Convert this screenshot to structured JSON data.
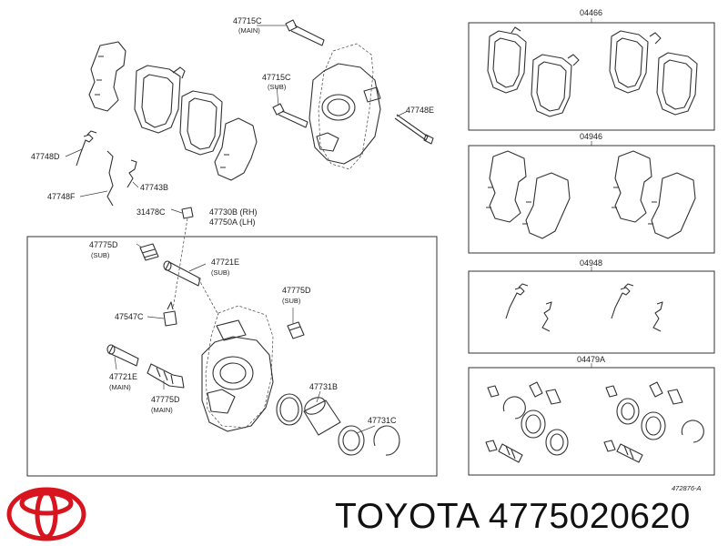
{
  "labels": {
    "p47715c_main": "47715C",
    "p47715c_main_sub": "(MAIN)",
    "p47715c_sub": "47715C",
    "p47715c_sub_sub": "(SUB)",
    "p47748e": "47748E",
    "p47748d": "47748D",
    "p47748f": "47748F",
    "p47743b": "47743B",
    "p31478c": "31478C",
    "p47730b": "47730B (RH)",
    "p47750a": "47750A (LH)",
    "p47775d_top": "47775D",
    "p47775d_top_sub": "(SUB)",
    "p47721e_top": "47721E",
    "p47721e_top_sub": "(SUB)",
    "p47775d_right": "47775D",
    "p47775d_right_sub": "(SUB)",
    "p47547c": "47547C",
    "p47721e_main": "47721E",
    "p47721e_main_sub": "(MAIN)",
    "p47775d_main": "47775D",
    "p47775d_main_sub": "(MAIN)",
    "p47731b": "47731B",
    "p47731c": "47731C",
    "kit_04466": "04466",
    "kit_04946": "04946",
    "kit_04948": "04948",
    "kit_04479a": "04479A",
    "diagram_code": "472876-A"
  },
  "brand": {
    "caption": "TOYOTA 4775020620",
    "logo_color": "#d8141e"
  }
}
